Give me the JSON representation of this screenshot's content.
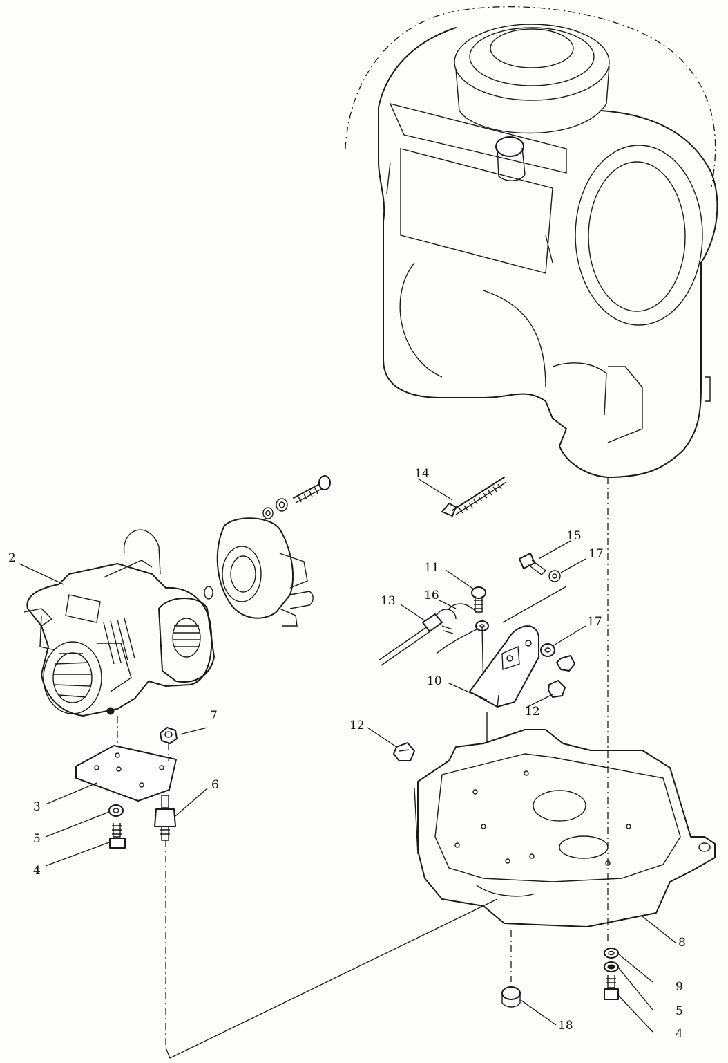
{
  "diagram": {
    "callouts": [
      {
        "id": "c2",
        "text": "2"
      },
      {
        "id": "c3",
        "text": "3"
      },
      {
        "id": "c4a",
        "text": "4"
      },
      {
        "id": "c4b",
        "text": "4"
      },
      {
        "id": "c5a",
        "text": "5"
      },
      {
        "id": "c5b",
        "text": "5"
      },
      {
        "id": "c6",
        "text": "6"
      },
      {
        "id": "c7",
        "text": "7"
      },
      {
        "id": "c8",
        "text": "8"
      },
      {
        "id": "c9",
        "text": "9"
      },
      {
        "id": "c10",
        "text": "10"
      },
      {
        "id": "c11",
        "text": "11"
      },
      {
        "id": "c12a",
        "text": "12"
      },
      {
        "id": "c12b",
        "text": "12"
      },
      {
        "id": "c13",
        "text": "13"
      },
      {
        "id": "c14",
        "text": "14"
      },
      {
        "id": "c15",
        "text": "15"
      },
      {
        "id": "c16",
        "text": "16"
      },
      {
        "id": "c17a",
        "text": "17"
      },
      {
        "id": "c17b",
        "text": "17"
      },
      {
        "id": "c18",
        "text": "18"
      }
    ],
    "colors": {
      "ink": "#1a1a1a",
      "paper": "#fdfdfb"
    }
  }
}
